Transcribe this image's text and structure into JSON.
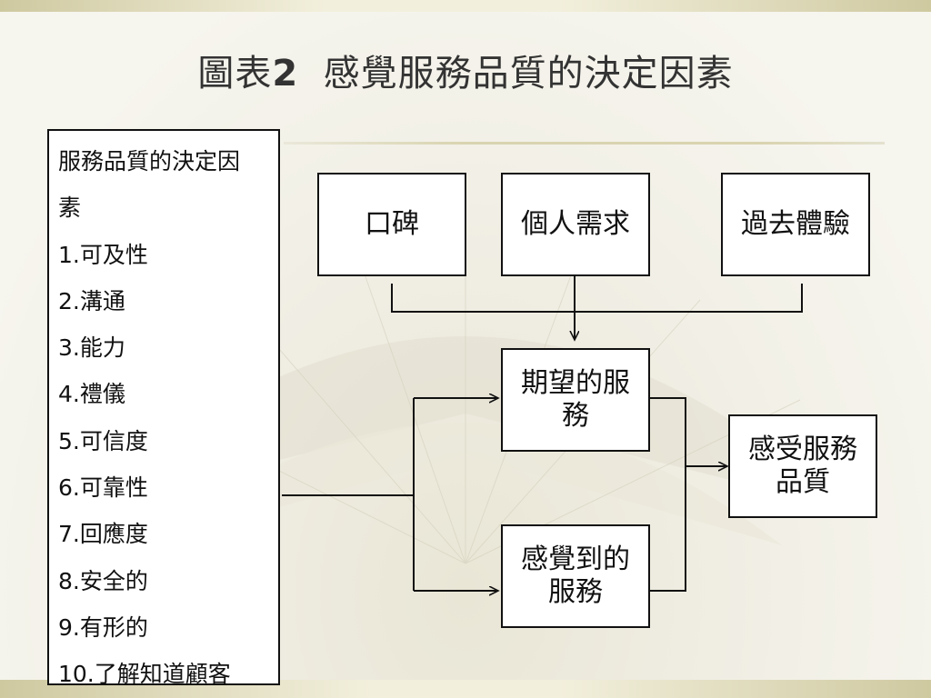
{
  "title": {
    "prefix": "圖表",
    "number": "2",
    "text": "感覺服務品質的決定因素"
  },
  "factors": {
    "heading_lines": [
      "服務品質的決定因",
      "素"
    ],
    "items": [
      "1.可及性",
      "2.溝通",
      "3.能力",
      "4.禮儀",
      "5.可信度",
      "6.可靠性",
      "7.回應度",
      "8.安全的",
      "9.有形的",
      "10.了解知道顧客"
    ]
  },
  "nodes": {
    "word_of_mouth": "口碑",
    "personal_needs": "個人需求",
    "past_experience": "過去體驗",
    "expected_service": [
      "期望的服",
      "務"
    ],
    "perceived_service": [
      "感覺到的",
      "服務"
    ],
    "perceived_quality": [
      "感受服務",
      "品質"
    ]
  },
  "colors": {
    "line": "#111111",
    "box_fill": "#ffffff",
    "title_text": "#333333",
    "band": "#cfc9a0"
  }
}
